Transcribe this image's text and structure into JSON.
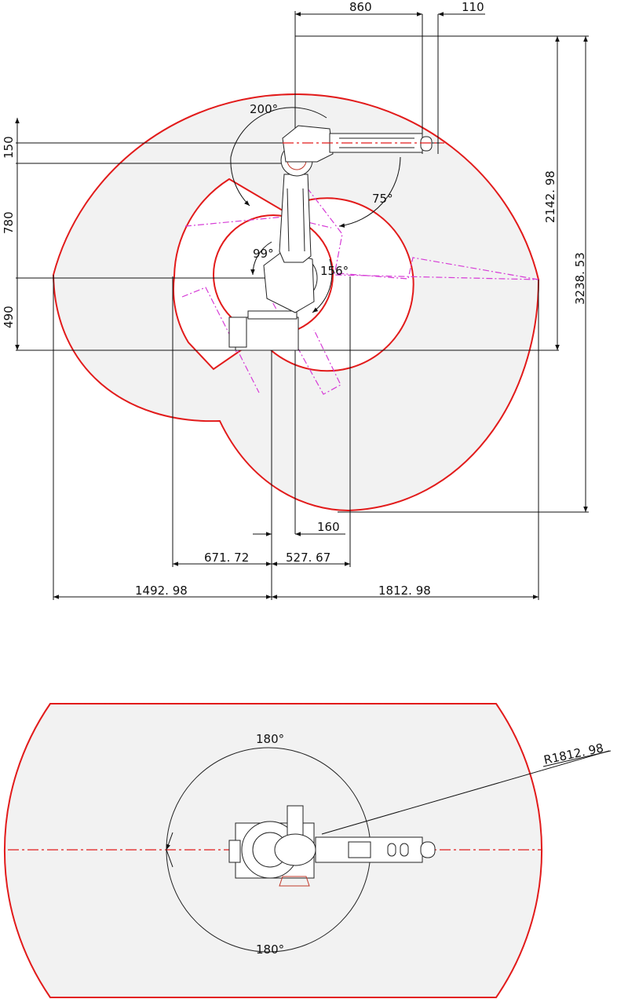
{
  "side_view": {
    "dimensions": {
      "top_reach": "860",
      "top_offset": "110",
      "left_150": "150",
      "left_780": "780",
      "left_490": "490",
      "right_2142": "2142. 98",
      "right_3238": "3238. 53",
      "bottom_160": "160",
      "bottom_671": "671. 72",
      "bottom_527": "527. 67",
      "bottom_1492": "1492. 98",
      "bottom_1812": "1812. 98"
    },
    "angles": {
      "axis4": "200°",
      "axis3": "75°",
      "axis2_back": "99°",
      "axis2_fwd": "156°"
    }
  },
  "top_view": {
    "radius": "R1812. 98",
    "angle_top": "180°",
    "angle_bottom": "180°"
  },
  "colors": {
    "envelope": "#e21b1b",
    "envelope_fill": "#f2f2f2",
    "motion_path": "#d63bd6"
  }
}
